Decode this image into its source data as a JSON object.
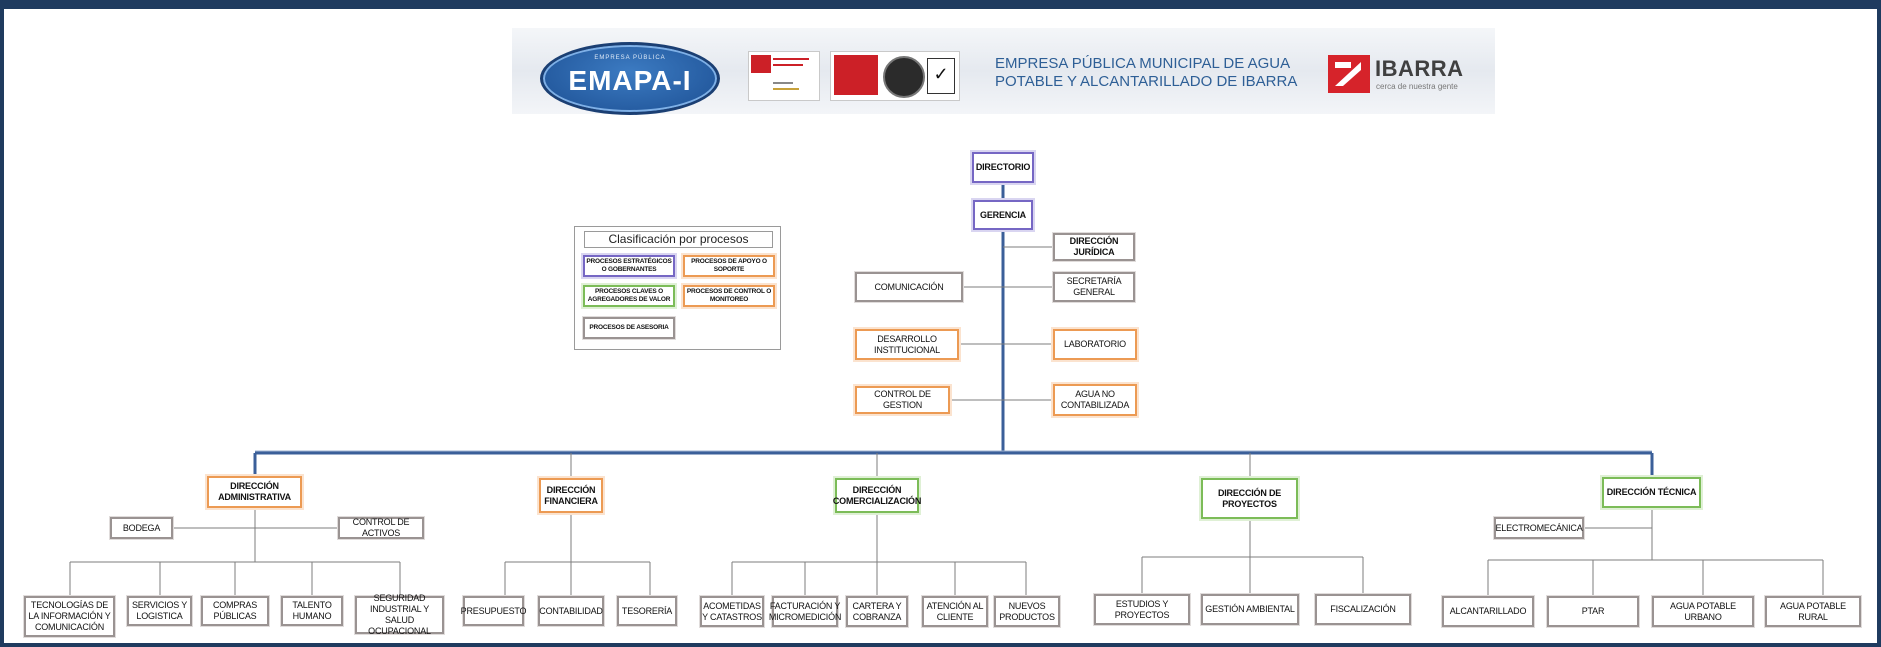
{
  "banner": {
    "emapa_top": "EMPRESA PÚBLICA",
    "emapa_word": "EMAPA-I",
    "company_line1": "EMPRESA PÚBLICA MUNICIPAL DE AGUA",
    "company_line2": "POTABLE Y ALCANTARILLADO DE IBARRA",
    "ibarra_word": "IBARRA",
    "ibarra_sub": "cerca de nuestra gente"
  },
  "legend": {
    "title": "Clasificación por procesos",
    "items": [
      "PROCESOS ESTRATÉGICOS O GOBERNANTES",
      "PROCESOS DE APOYO O SOPORTE",
      "PROCESOS CLAVES O AGREGADORES DE VALOR",
      "PROCESOS DE CONTROL O MONITOREO",
      "PROCESOS DE ASESORIA"
    ]
  },
  "top": {
    "directorio": "DIRECTORIO",
    "gerencia": "GERENCIA",
    "juridica": "DIRECCIÓN JURÍDICA",
    "comunicacion": "COMUNICACIÓN",
    "secretaria": "SECRETARÍA GENERAL",
    "desarrollo": "DESARROLLO INSTITUCIONAL",
    "laboratorio": "LABORATORIO",
    "control_gestion": "CONTROL DE GESTION",
    "agua_no_contabilizada": "AGUA NO CONTABILIZADA"
  },
  "directions": {
    "administrativa": {
      "title": "DIRECCIÓN ADMINISTRATIVA",
      "side_left": "BODEGA",
      "side_right": "CONTROL DE ACTIVOS",
      "children": [
        "TECNOLOGÍAS DE LA INFORMACIÓN Y COMUNICACIÓN",
        "SERVICIOS Y LOGISTICA",
        "COMPRAS PÚBLICAS",
        "TALENTO HUMANO",
        "SEGURIDAD INDUSTRIAL Y SALUD OCUPACIONAL"
      ]
    },
    "financiera": {
      "title": "DIRECCIÓN FINANCIERA",
      "children": [
        "PRESUPUESTO",
        "CONTABILIDAD",
        "TESORERÍA"
      ]
    },
    "comercializacion": {
      "title": "DIRECCIÓN COMERCIALIZACIÓN",
      "children": [
        "ACOMETIDAS Y CATASTROS",
        "FACTURACIÓN Y MICROMEDICIÓN",
        "CARTERA Y COBRANZA",
        "ATENCIÓN AL CLIENTE",
        "NUEVOS PRODUCTOS"
      ]
    },
    "proyectos": {
      "title": "DIRECCIÓN DE PROYECTOS",
      "children": [
        "ESTUDIOS Y PROYECTOS",
        "GESTIÓN AMBIENTAL",
        "FISCALIZACIÓN"
      ]
    },
    "tecnica": {
      "title": "DIRECCIÓN TÉCNICA",
      "side_left": "ELECTROMECÁNICA",
      "children": [
        "ALCANTARILLADO",
        "PTAR",
        "AGUA POTABLE URBANO",
        "AGUA POTABLE RURAL"
      ]
    }
  },
  "colors": {
    "estrategico": "#7667c4",
    "apoyo": "#ec9a53",
    "clave": "#7cbc58",
    "asesoria": "#9a9392",
    "trunk": "#3b5f99",
    "frame": "#1f3b5f"
  }
}
